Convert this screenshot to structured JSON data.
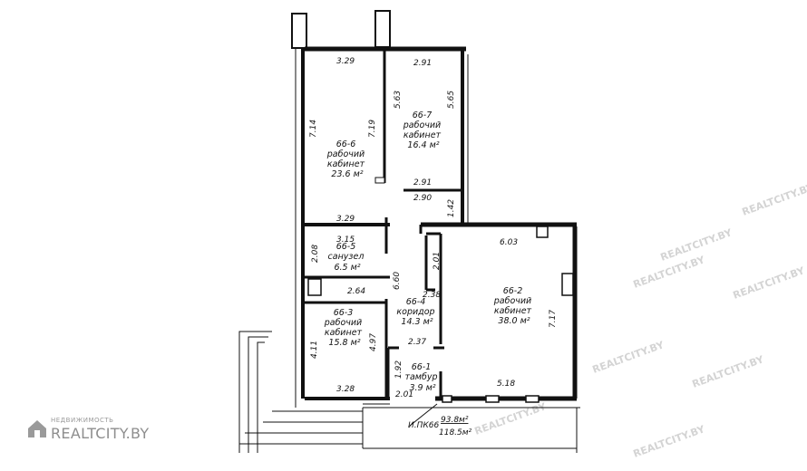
{
  "rooms": [
    {
      "id": "66-7",
      "lines": [
        "66-7",
        "рабочий",
        "кабинет",
        "16.4 м²"
      ]
    },
    {
      "id": "66-6",
      "lines": [
        "66-6",
        "рабочий",
        "кабинет",
        "23.6 м²"
      ]
    },
    {
      "id": "66-5",
      "lines": [
        "66-5",
        "санузел",
        "6.5 м²"
      ]
    },
    {
      "id": "66-4",
      "lines": [
        "66-4",
        "коридор",
        "14.3 м²"
      ]
    },
    {
      "id": "66-3",
      "lines": [
        "66-3",
        "рабочий",
        "кабинет",
        "15.8 м²"
      ]
    },
    {
      "id": "66-2",
      "lines": [
        "66-2",
        "рабочий",
        "кабинет",
        "38.0 м²"
      ]
    },
    {
      "id": "66-1",
      "lines": [
        "66-1",
        "тамбур",
        "3.9 м²"
      ]
    }
  ],
  "dimensions": [
    "3.29",
    "2.91",
    "5.63",
    "5.65",
    "7.14",
    "7.19",
    "2.91",
    "2.90",
    "3.29",
    "1.42",
    "3.15",
    "2.08",
    "6.03",
    "2.01",
    "6.60",
    "2.64",
    "2.38",
    "4.11",
    "4.97",
    "2.37",
    "7.17",
    "1.92",
    "3.28",
    "2.01",
    "5.18"
  ],
  "summary": {
    "unit": "И.ПК66",
    "area_1": "93.8м²",
    "area_2": "118.5м²"
  },
  "watermark": "REALTCITY.BY",
  "brand": {
    "small": "НЕДВИЖИМОСТЬ",
    "big": "REALTCITY.BY"
  }
}
